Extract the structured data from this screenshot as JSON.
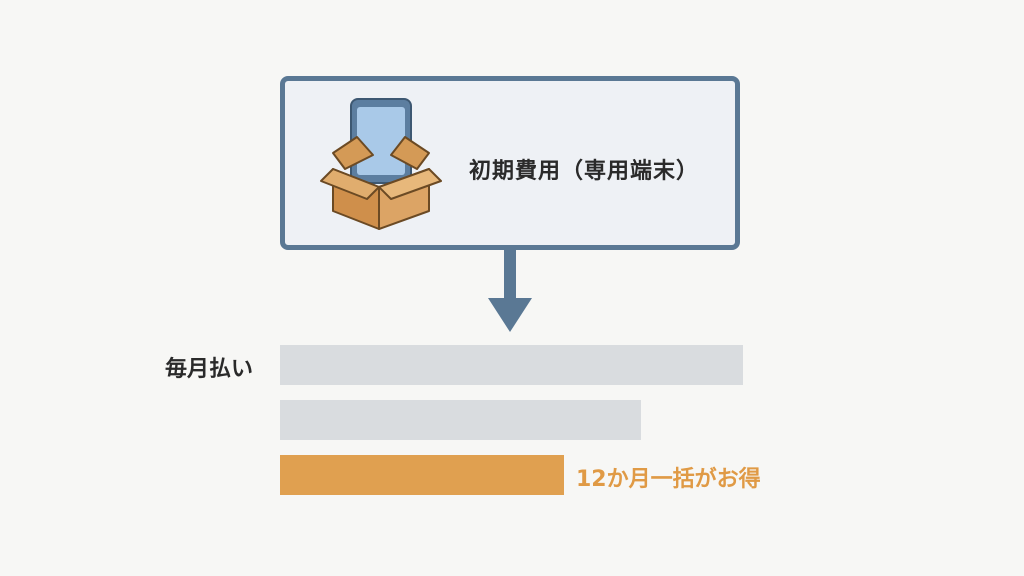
{
  "top_box": {
    "label": "初期費用（専用端末）",
    "icon": "tablet-in-box-icon"
  },
  "arrow": {
    "icon": "down-arrow-icon"
  },
  "rows": {
    "label": "毎月払い",
    "caption": "12か月一括がお得"
  },
  "chart_data": {
    "type": "bar",
    "orientation": "horizontal",
    "values": [
      463,
      361,
      284
    ]
  },
  "colors": {
    "box_border": "#5a7894",
    "box_fill": "#eef1f5",
    "box_brown": "#d49a56",
    "tablet_screen": "#a9c9e8",
    "gray_bar": "#d9dcdf",
    "accent_orange": "#e0a050",
    "caption_orange": "#e09a45"
  }
}
